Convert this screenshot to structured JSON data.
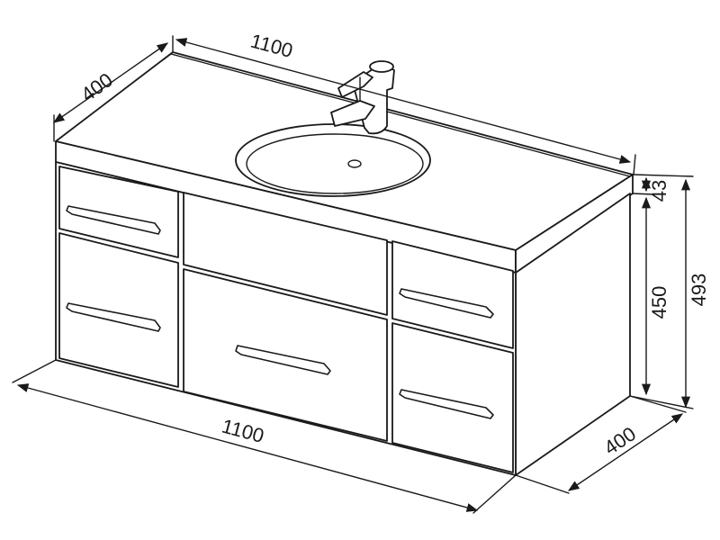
{
  "dimensions": {
    "top_width": "1100",
    "top_depth": "400",
    "bottom_width": "1100",
    "bottom_depth": "400",
    "countertop_thickness": "43",
    "cabinet_height": "450",
    "total_height": "493"
  },
  "colors": {
    "line": "#1a1a1a",
    "background": "#ffffff"
  }
}
